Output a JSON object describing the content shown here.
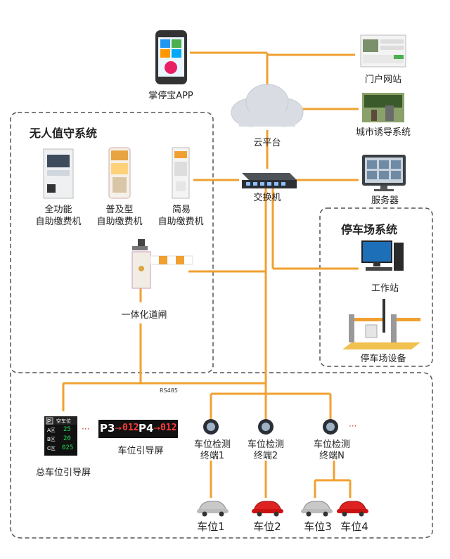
{
  "nodes": {
    "app": "掌停宝APP",
    "cloud": "云平台",
    "portal": "门户网站",
    "city": "城市诱导系统",
    "switch": "交换机",
    "server": "服务器",
    "kiosk_full": [
      "全功能",
      "自助缴费机"
    ],
    "kiosk_std": [
      "普及型",
      "自助缴费机"
    ],
    "kiosk_simple": [
      "简易",
      "自助缴费机"
    ],
    "gate": "一体化道闸",
    "workstation": "工作站",
    "parking_device": "停车场设备",
    "main_screen": "总车位引导屏",
    "guide_screen": "车位引导屏",
    "detector_1": [
      "车位检测",
      "终端1"
    ],
    "detector_2": [
      "车位检测",
      "终端2"
    ],
    "detector_n": [
      "车位检测",
      "终端N"
    ],
    "spot_1": "车位1",
    "spot_2": "车位2",
    "spot_3": "车位3",
    "spot_4": "车位4"
  },
  "groups": {
    "unattended": "无人值守系统",
    "parking_system": "停车场系统"
  },
  "bus_label": "RS485",
  "device_text": {
    "main_screen_head": "空车位",
    "main_screen_rows": [
      {
        "zone": "A区",
        "value": "25"
      },
      {
        "zone": "B区",
        "value": "20"
      },
      {
        "zone": "C区",
        "value": "025"
      }
    ],
    "guide_p3": "P3",
    "guide_p3_value": "012",
    "guide_p4": "P4",
    "guide_p4_value": "012",
    "ellipsis": "···"
  },
  "colors": {
    "line": "#F0A030",
    "dashed": "#555555",
    "led_green": "#22DD55",
    "led_red": "#FF3B3B"
  }
}
